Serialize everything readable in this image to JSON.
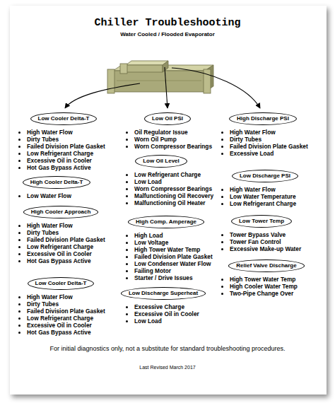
{
  "diagram": {
    "title": "Chiller Troubleshooting",
    "caption": "For initial diagnostics only, not a substitute for standard troubleshooting procedures.",
    "nodes": [
      {
        "text": [
          "Low Cooler Delta-T",
          "High Water Flow",
          "Dirty Tubes",
          "Failed Division Plate Gasket",
          "Low Refrigerant Charge",
          "Excessive Oil in Cooler",
          "Hot Gas Bypass Active"
        ]
      },
      {
        "text": [
          "High Cooler Delta-T",
          "Low Water Flow"
        ]
      },
      {
        "text": [
          "High Cooler Approach",
          "High Water Flow",
          "Dirty Tubes",
          "Failed Division Plate Gasket",
          "Low Refrigerant Charge",
          "Excessive Oil in Cooler",
          "Hot Gas Bypass Active"
        ]
      },
      {
        "text": [
          "Low Cooler Delta-T",
          "High Water Flow",
          "Dirty Tubes",
          "Failed Division Plate Gasket",
          "Low Refrigerant Charge",
          "Excessive Oil in Cooler",
          "Hot Gas Bypass Active"
        ]
      },
      {
        "text": [
          "Low Oil PSI",
          "Oil Regulator Issue",
          "Worn Oil Pump",
          "Worn Compressor Bearings"
        ]
      },
      {
        "text": [
          "Low Oil Level",
          "Low Refrigerant Charge",
          "Low Load",
          "Worn Compressor Bearings",
          "Malfunctioning Oil Recovery",
          "Malfunctioning Oil Heater"
        ]
      },
      {
        "text": [
          "High Comp. Amperage",
          "High Load",
          "Low Voltage",
          "High Tower Water Temp",
          "Failed Division Plate Gasket",
          "Low Condenser Water Flow",
          "Failing Motor",
          "Starter / Drive Issues"
        ]
      },
      {
        "text": [
          "Low Discharge Superheat",
          "Excessive Charge",
          "Excessive Oil in Cooler",
          "Low Load"
        ]
      },
      {
        "text": [
          "High Discharge PSI",
          "High Water Flow",
          "Dirty Tubes",
          "Failed Division Plate Gasket",
          "Excessive Load"
        ]
      },
      {
        "text": [
          "Low Discharge PSI",
          "High Water Flow",
          "Low Water Temperature",
          "Low Refrigerant Charge"
        ]
      },
      {
        "text": [
          "Low Tower Temp",
          "Tower Bypass Valve",
          "Tower Fan Control",
          "Excessive Make-up Water"
        ]
      },
      {
        "text": [
          "Relief Valve Discharge",
          "High Tower Water Temp",
          "High Cooler Water Temp",
          "Two-Pipe Change Over"
        ]
      }
    ],
    "labels": [
      "Water Cooled / Flooded Evaporator",
      "Last Revised March 2017"
    ]
  }
}
